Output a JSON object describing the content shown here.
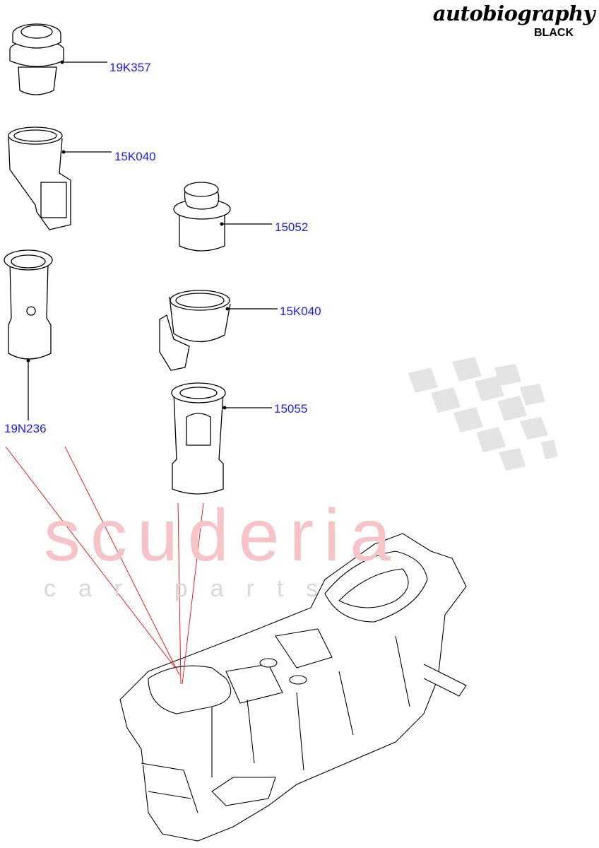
{
  "header": {
    "title": "autobiography",
    "subtitle": "BLACK"
  },
  "watermark": {
    "brand": "scuderia",
    "tagline": "car parts"
  },
  "callouts": [
    {
      "label": "19K357"
    },
    {
      "label": "15K040"
    },
    {
      "label": "15052"
    },
    {
      "label": "15K040"
    },
    {
      "label": "15055"
    },
    {
      "label": "19N236"
    }
  ],
  "colors": {
    "callout": "#1a1aff",
    "leader_red": "#ff0000",
    "watermark": "#f6c3c6"
  }
}
